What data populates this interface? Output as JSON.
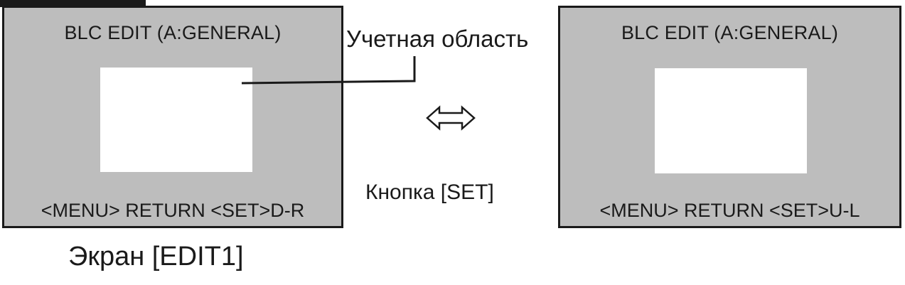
{
  "left_screen": {
    "title": "BLC EDIT (A:GENERAL)",
    "footer": "<MENU> RETURN  <SET>D-R"
  },
  "right_screen": {
    "title": "BLC EDIT (A:GENERAL)",
    "footer": "<MENU> RETURN  <SET>U-L"
  },
  "labels": {
    "area_callout": "Учетная область",
    "set_button": "Кнопка [SET]",
    "screen_caption": "Экран [EDIT1]"
  },
  "icons": {
    "swap": "left-right-double-arrow-icon"
  },
  "colors": {
    "screen_background": "#bdbdbd",
    "area_fill": "#ffffff",
    "outline": "#1a1a1a"
  }
}
